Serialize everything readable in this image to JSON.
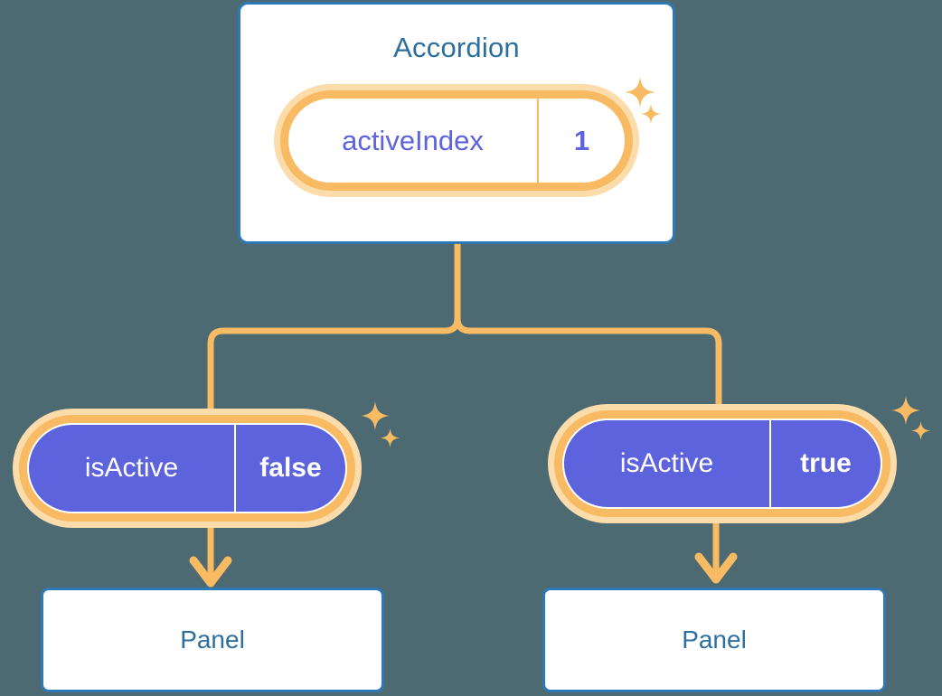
{
  "diagram": {
    "type": "component-state-tree",
    "background_color": "#4d6a73",
    "accent_orange": "#f8bb64",
    "accent_orange_soft": "#fbdcaa",
    "accent_blue": "#2e78b8",
    "title_blue": "#2d6f9e",
    "accent_purple": "#5d63dd"
  },
  "root": {
    "title": "Accordion",
    "state": {
      "key": "activeIndex",
      "value": "1"
    }
  },
  "children": [
    {
      "state": {
        "key": "isActive",
        "value": "false"
      },
      "panel": {
        "title": "Panel"
      }
    },
    {
      "state": {
        "key": "isActive",
        "value": "true"
      },
      "panel": {
        "title": "Panel"
      }
    }
  ],
  "icons": {
    "sparkle": "sparkle-icon",
    "arrow_down": "arrow-down-icon"
  }
}
